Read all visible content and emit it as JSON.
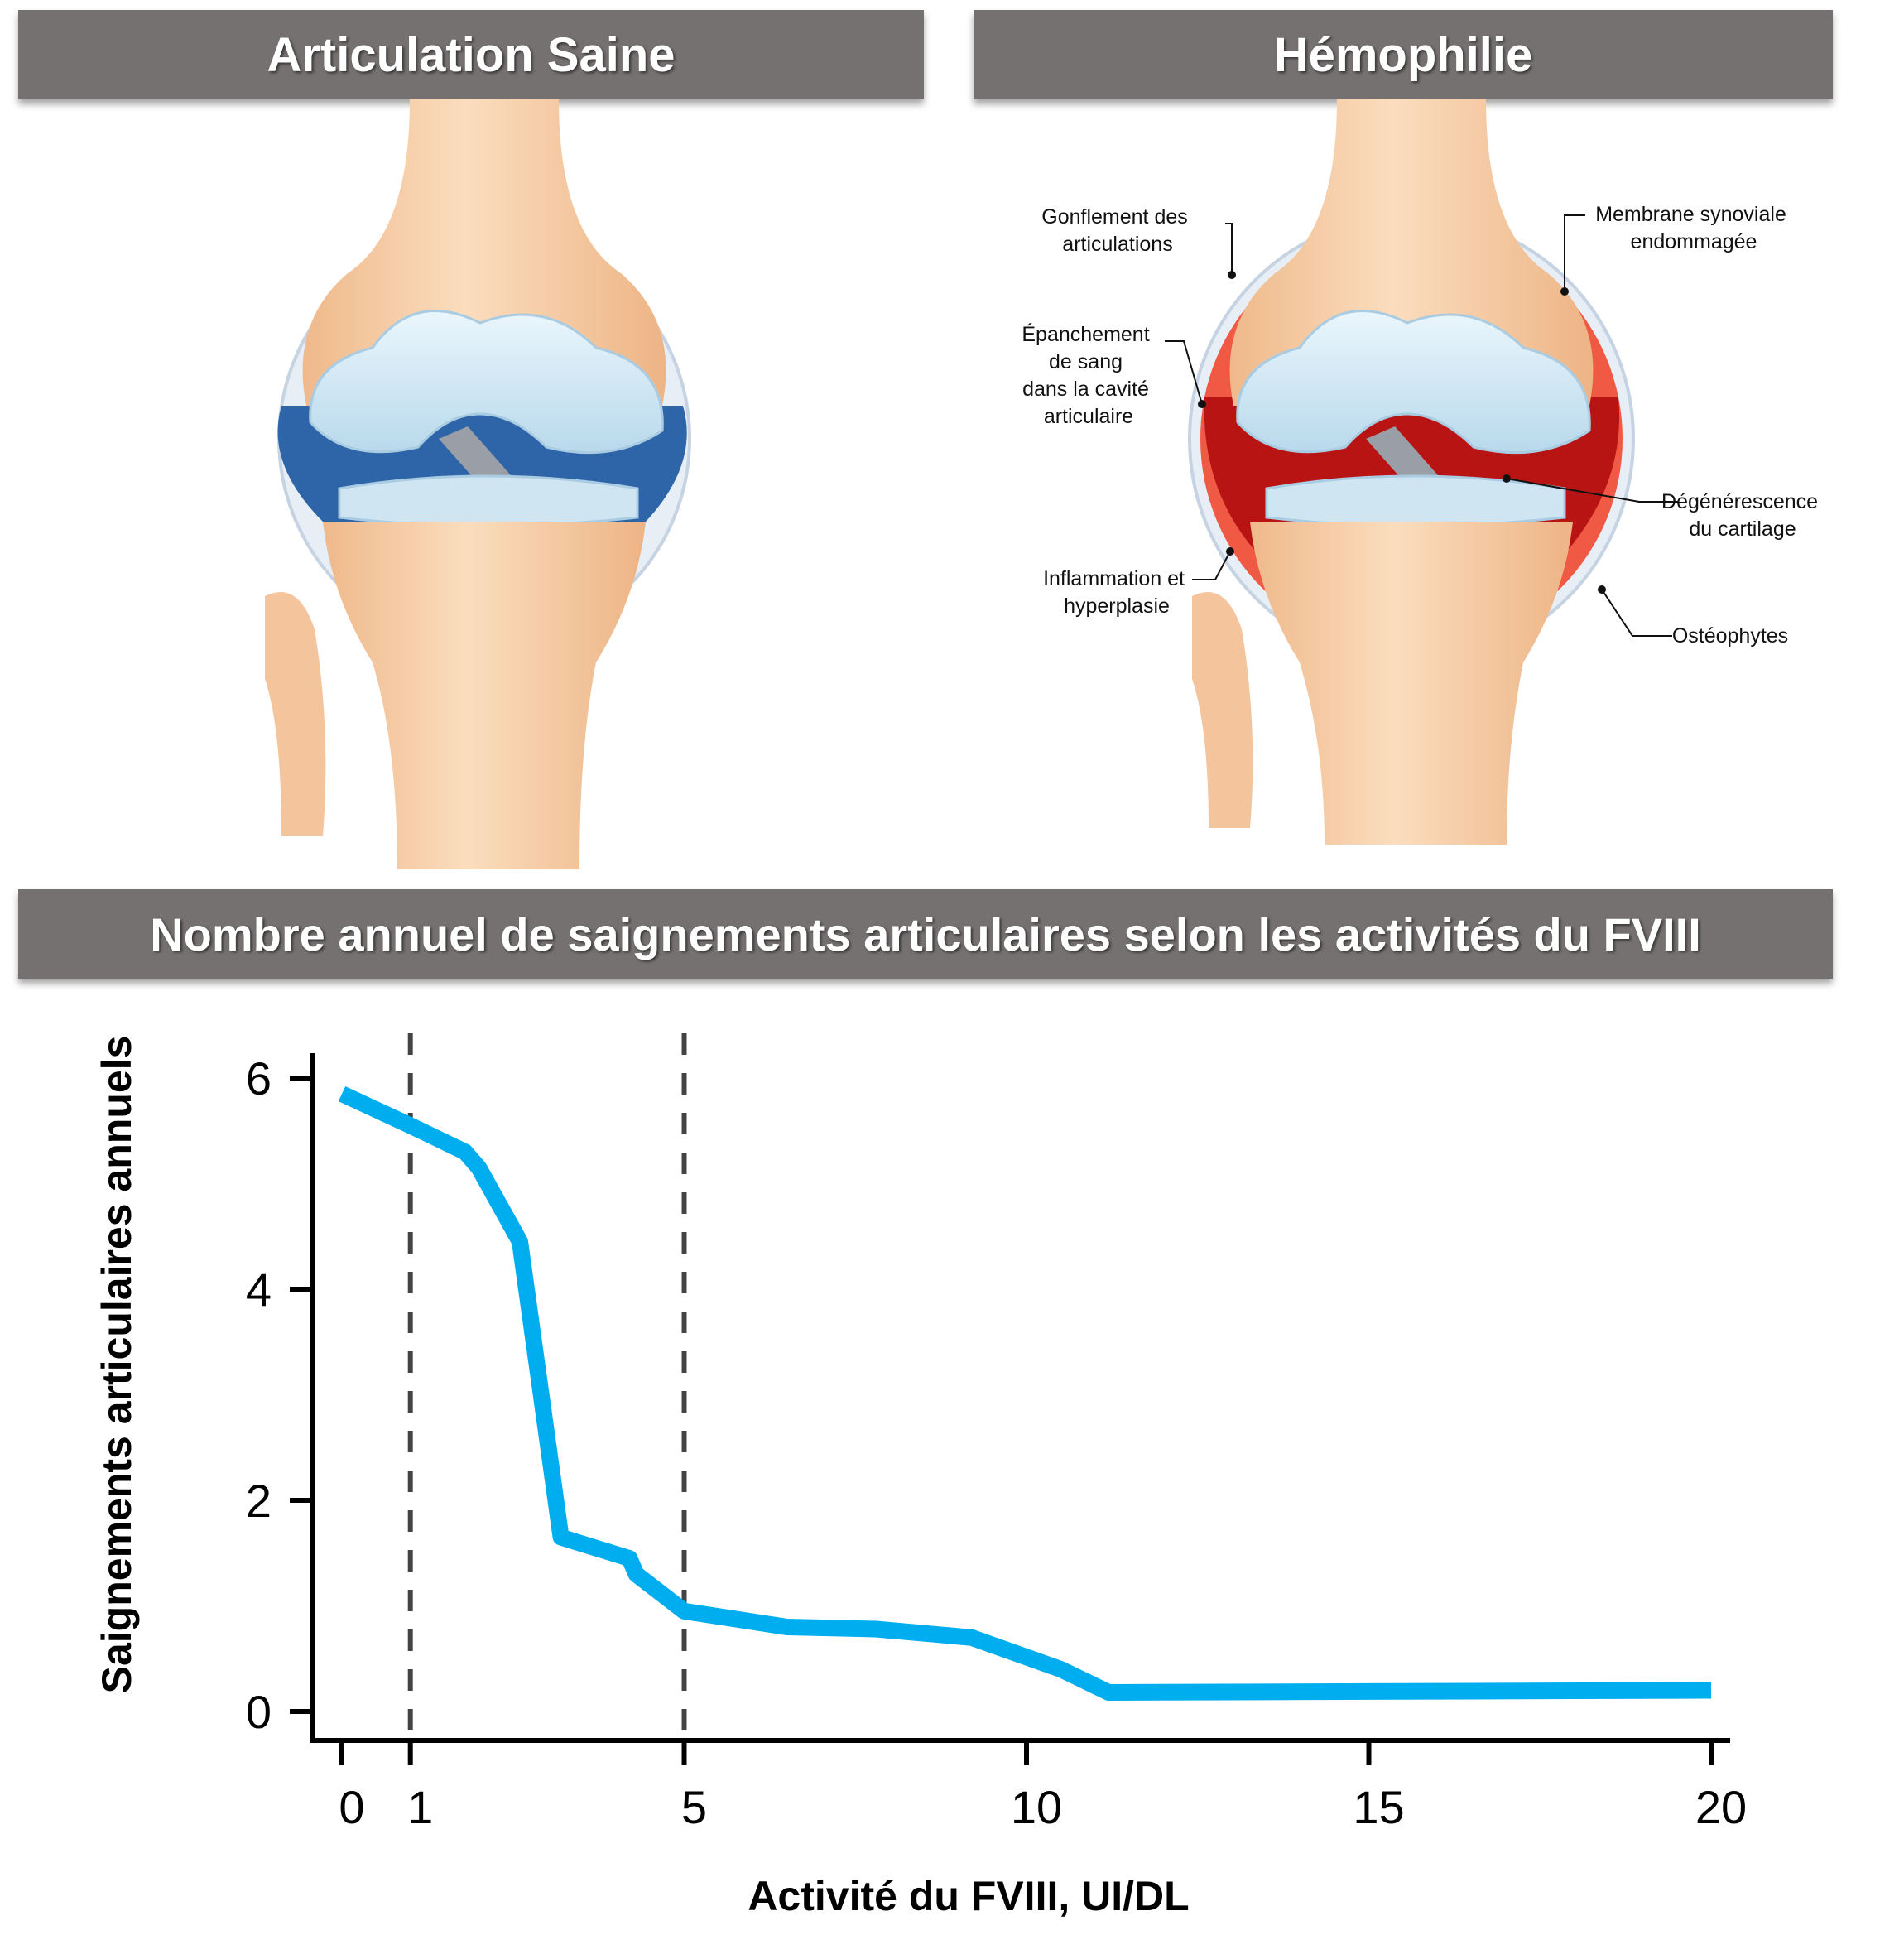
{
  "panels": {
    "left_title": "Articulation Saine",
    "right_title": "Hémophilie"
  },
  "annotations": {
    "swelling": [
      "Gonflement des",
      "articulations"
    ],
    "blood": [
      "Épanchement",
      "de sang",
      "dans la cavité",
      "articulaire"
    ],
    "inflammation": [
      "Inflammation et",
      "hyperplasie"
    ],
    "synovial": [
      "Membrane synoviale",
      "endommagée"
    ],
    "cartilage": [
      "Dégénérescence",
      "du cartilage"
    ],
    "osteophytes": [
      "Ostéophytes"
    ]
  },
  "colors": {
    "banner": "#757170",
    "line": "#00AEEF",
    "bone": "#F6C9A0",
    "cartilage": "#D8ECF7",
    "blood": "#D9261C"
  },
  "chart_data": {
    "type": "line",
    "title": "Nombre annuel de saignements articulaires selon les activités du FVIII",
    "xlabel": "Activité du FVIII, UI/DL",
    "ylabel": "Saignements articulaires annuels",
    "xlim": [
      -0.2,
      20.5
    ],
    "ylim": [
      -0.2,
      6.3
    ],
    "xticks": [
      0,
      1,
      5,
      10,
      15,
      20
    ],
    "yticks": [
      0,
      2,
      4,
      6
    ],
    "reference_lines_x": [
      1,
      5
    ],
    "series": [
      {
        "x": [
          0,
          1,
          1.8,
          2.0,
          2.6,
          3.2,
          4.2,
          4.3,
          5.0,
          6.5,
          7.8,
          9.2,
          10.5,
          11.2,
          20
        ],
        "y": [
          5.85,
          5.55,
          5.3,
          5.15,
          4.45,
          1.65,
          1.45,
          1.3,
          0.95,
          0.8,
          0.78,
          0.7,
          0.4,
          0.18,
          0.2
        ]
      }
    ]
  }
}
